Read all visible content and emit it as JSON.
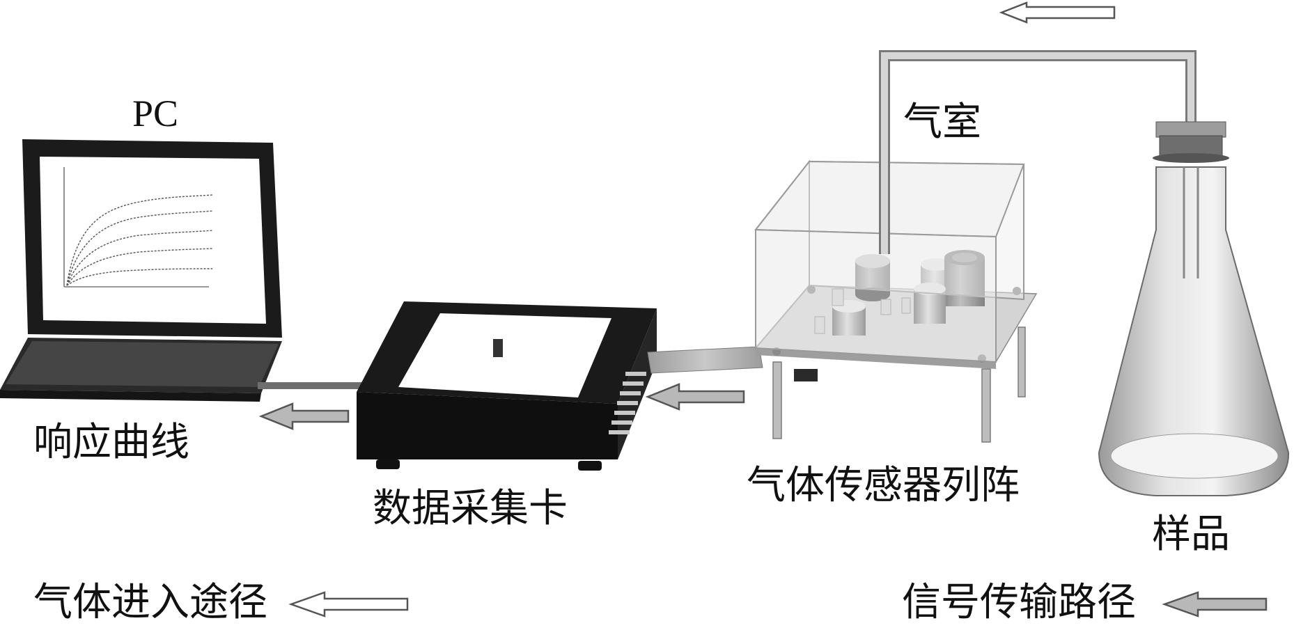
{
  "labels": {
    "pc": "PC",
    "response_curve": "响应曲线",
    "daq_card": "数据采集卡",
    "sensor_array": "气体传感器列阵",
    "chamber": "气室",
    "sample": "样品"
  },
  "legend": {
    "gas_path": "气体进入途径",
    "signal_path": "信号传输路径"
  },
  "colors": {
    "gas_arrow_fill": "#ffffff",
    "signal_arrow_fill": "#b8b8b8",
    "arrow_stroke": "#555555"
  }
}
